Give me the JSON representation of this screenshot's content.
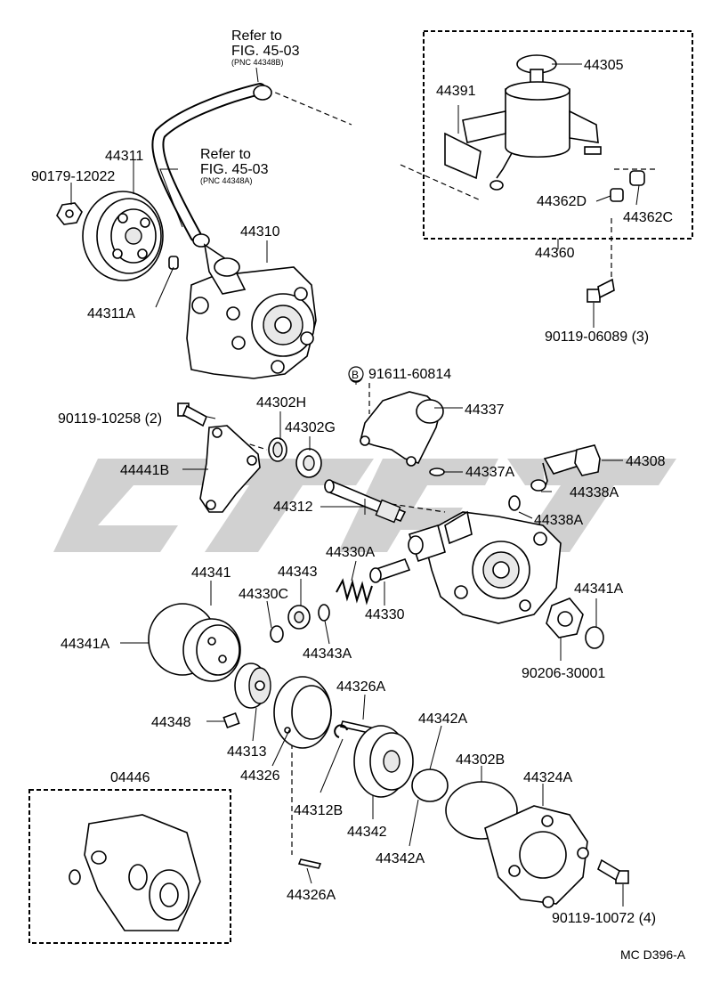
{
  "labels": {
    "refer1_line1": "Refer to",
    "refer1_line2": "FIG. 45-03",
    "refer1_pnc": "(PNC 44348B)",
    "refer2_line1": "Refer to",
    "refer2_line2": "FIG. 45-03",
    "refer2_pnc": "(PNC 44348A)",
    "p44311": "44311",
    "p90179": "90179-12022",
    "p44310": "44310",
    "p44311A": "44311A",
    "p44391": "44391",
    "p44305": "44305",
    "p44362D": "44362D",
    "p44362C": "44362C",
    "p44360": "44360",
    "p90119_06089": "90119-06089 (3)",
    "circle_b": "B",
    "p91611": "91611-60814",
    "p44337": "44337",
    "p90119_10258": "90119-10258 (2)",
    "p44302H": "44302H",
    "p44302G": "44302G",
    "p44308": "44308",
    "p44441B": "44441B",
    "p44337A": "44337A",
    "p44338A_1": "44338A",
    "p44312": "44312",
    "p44338A_2": "44338A",
    "p44330A": "44330A",
    "p44341": "44341",
    "p44343": "44343",
    "p44341A_r": "44341A",
    "p44330C": "44330C",
    "p44330": "44330",
    "p44341A_l": "44341A",
    "p44343A": "44343A",
    "p90206": "90206-30001",
    "p44326A_top": "44326A",
    "p44348": "44348",
    "p44342A_top": "44342A",
    "p44313": "44313",
    "p44302B": "44302B",
    "p44324A": "44324A",
    "p44326": "44326",
    "p04446": "04446",
    "p44312B": "44312B",
    "p44342": "44342",
    "p44342A_bot": "44342A",
    "p44326A_bot": "44326A",
    "p90119_10072": "90119-10072 (4)",
    "ref_code": "MC D396-A"
  },
  "watermark": {
    "text": "",
    "color": "#c8c8c8"
  },
  "icons": [
    "pulley",
    "pump-body",
    "reservoir",
    "bracket",
    "shaft",
    "rotor",
    "cam-ring",
    "o-ring",
    "bolt",
    "nut",
    "cover"
  ]
}
